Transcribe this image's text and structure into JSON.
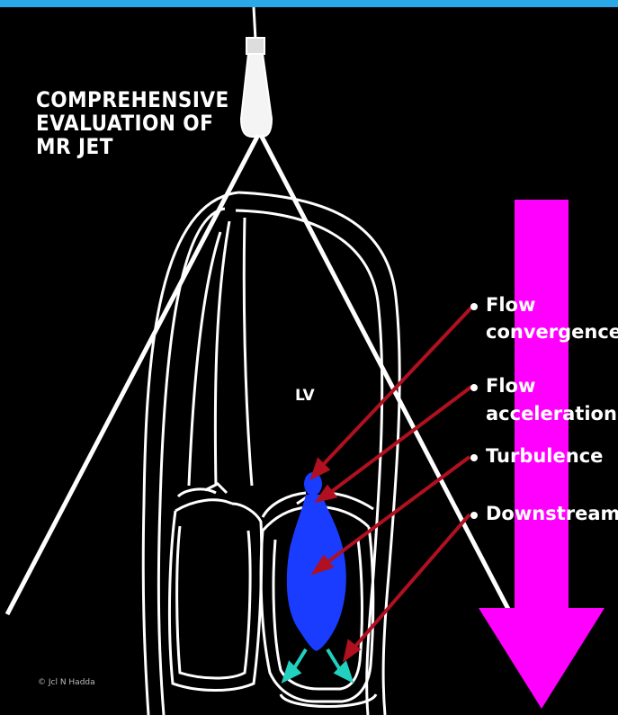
{
  "title": {
    "line1": "COMPREHENSIVE",
    "line2": "EVALUATION OF",
    "line3": "MR JET"
  },
  "labels": {
    "lv": "LV",
    "flow_convergence_1": "Flow",
    "flow_convergence_2": "convergence",
    "flow_acceleration_1": "Flow",
    "flow_acceleration_2": "acceleration",
    "turbulence": "Turbulence",
    "downstream": "Downstream"
  },
  "copyright": "© Jcl N Hadda",
  "colors": {
    "top_strip": "#2aa8e8",
    "background": "#000000",
    "outline": "#ffffff",
    "jet": "#1a3cff",
    "pointer_arrows": "#b01020",
    "big_arrow": "#ff00ff",
    "small_arrows": "#22d0c0"
  },
  "icons": [
    "ultrasound-probe-icon",
    "down-arrow-icon"
  ]
}
